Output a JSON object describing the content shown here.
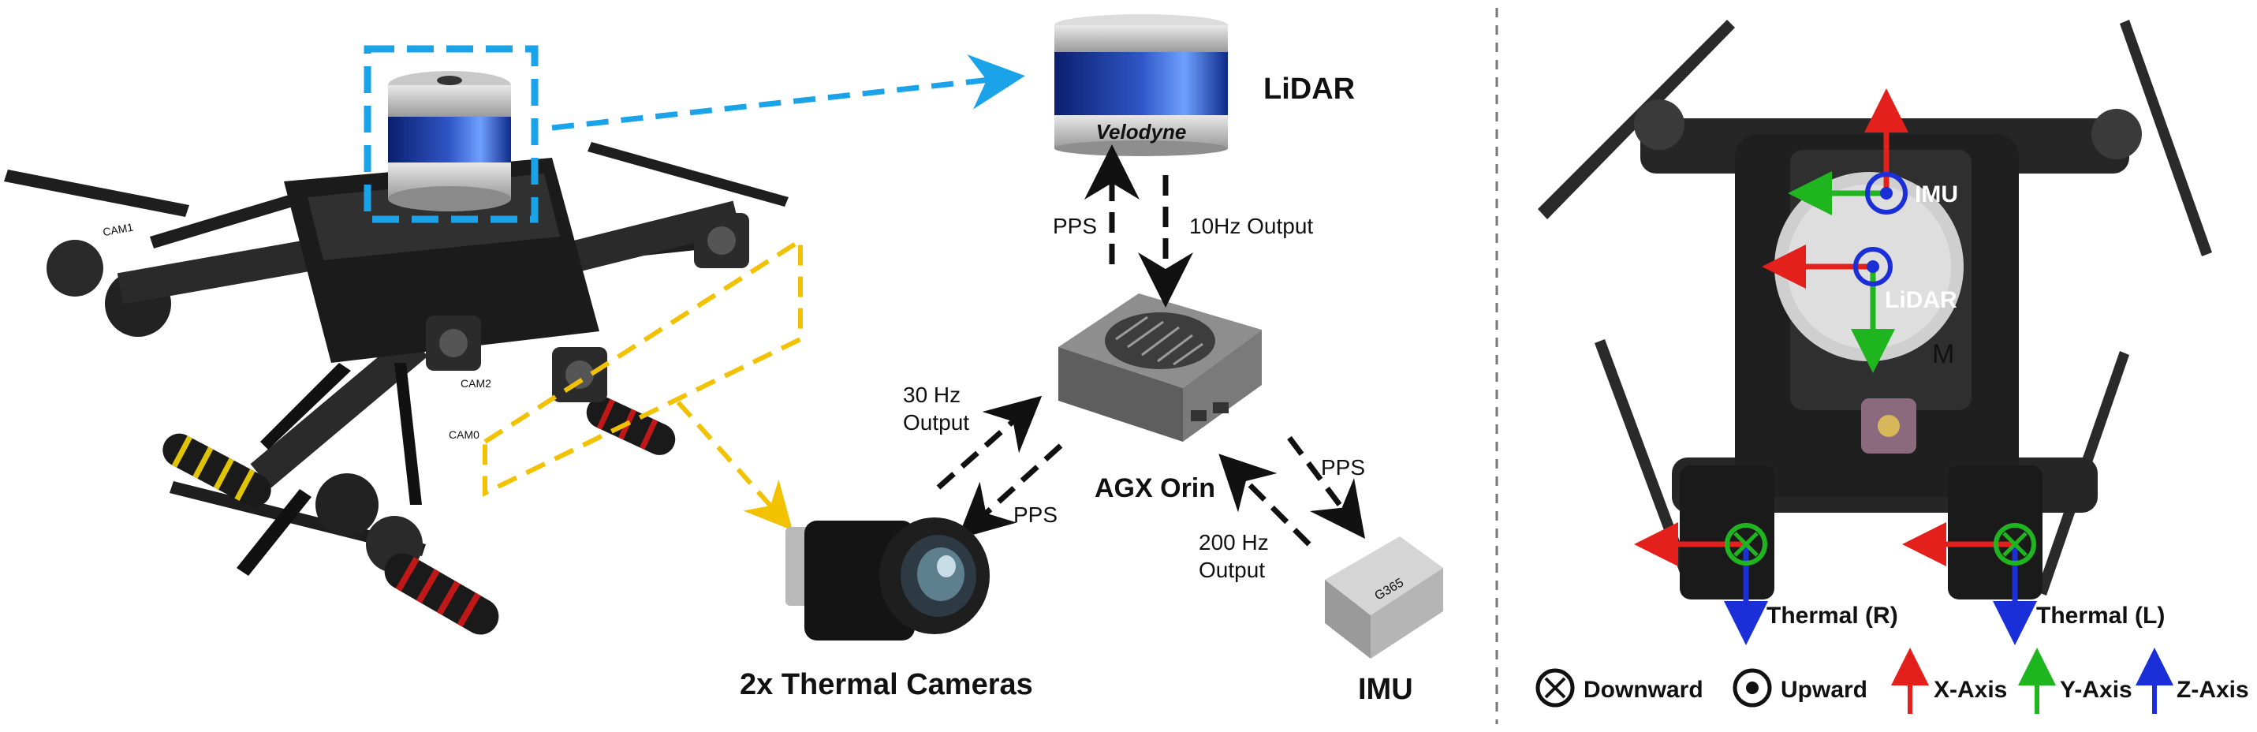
{
  "labels": {
    "lidar": "LiDAR",
    "velodyne": "Velodyne",
    "pps_up": "PPS",
    "out_10hz": "10Hz Output",
    "hz30_line1": "30 Hz",
    "hz30_line2": "Output",
    "pps_cam": "PPS",
    "agx": "AGX Orin",
    "pps_imu": "PPS",
    "hz200_line1": "200 Hz",
    "hz200_line2": "Output",
    "thermal_cams": "2x Thermal Cameras",
    "imu": "IMU",
    "imu_chip_text": "G365",
    "cam_marks": [
      "CAM1",
      "CAM2",
      "CAM0"
    ]
  },
  "frames": {
    "imu": "IMU",
    "lidar": "LiDAR",
    "thermal_r": "Thermal (R)",
    "thermal_l": "Thermal (L)",
    "lidar_plate_mark": "M"
  },
  "legend": {
    "downward": "Downward",
    "upward": "Upward",
    "x_axis": "X-Axis",
    "y_axis": "Y-Axis",
    "z_axis": "Z-Axis"
  },
  "colors": {
    "x_axis": "#e3201b",
    "y_axis": "#1fb51f",
    "z_axis": "#1b2fd9",
    "lidar_callout": "#1aa3e8",
    "camera_callout": "#f2c200",
    "marker_green": "#1fb51f",
    "frame_blue": "#1b2fd9"
  }
}
